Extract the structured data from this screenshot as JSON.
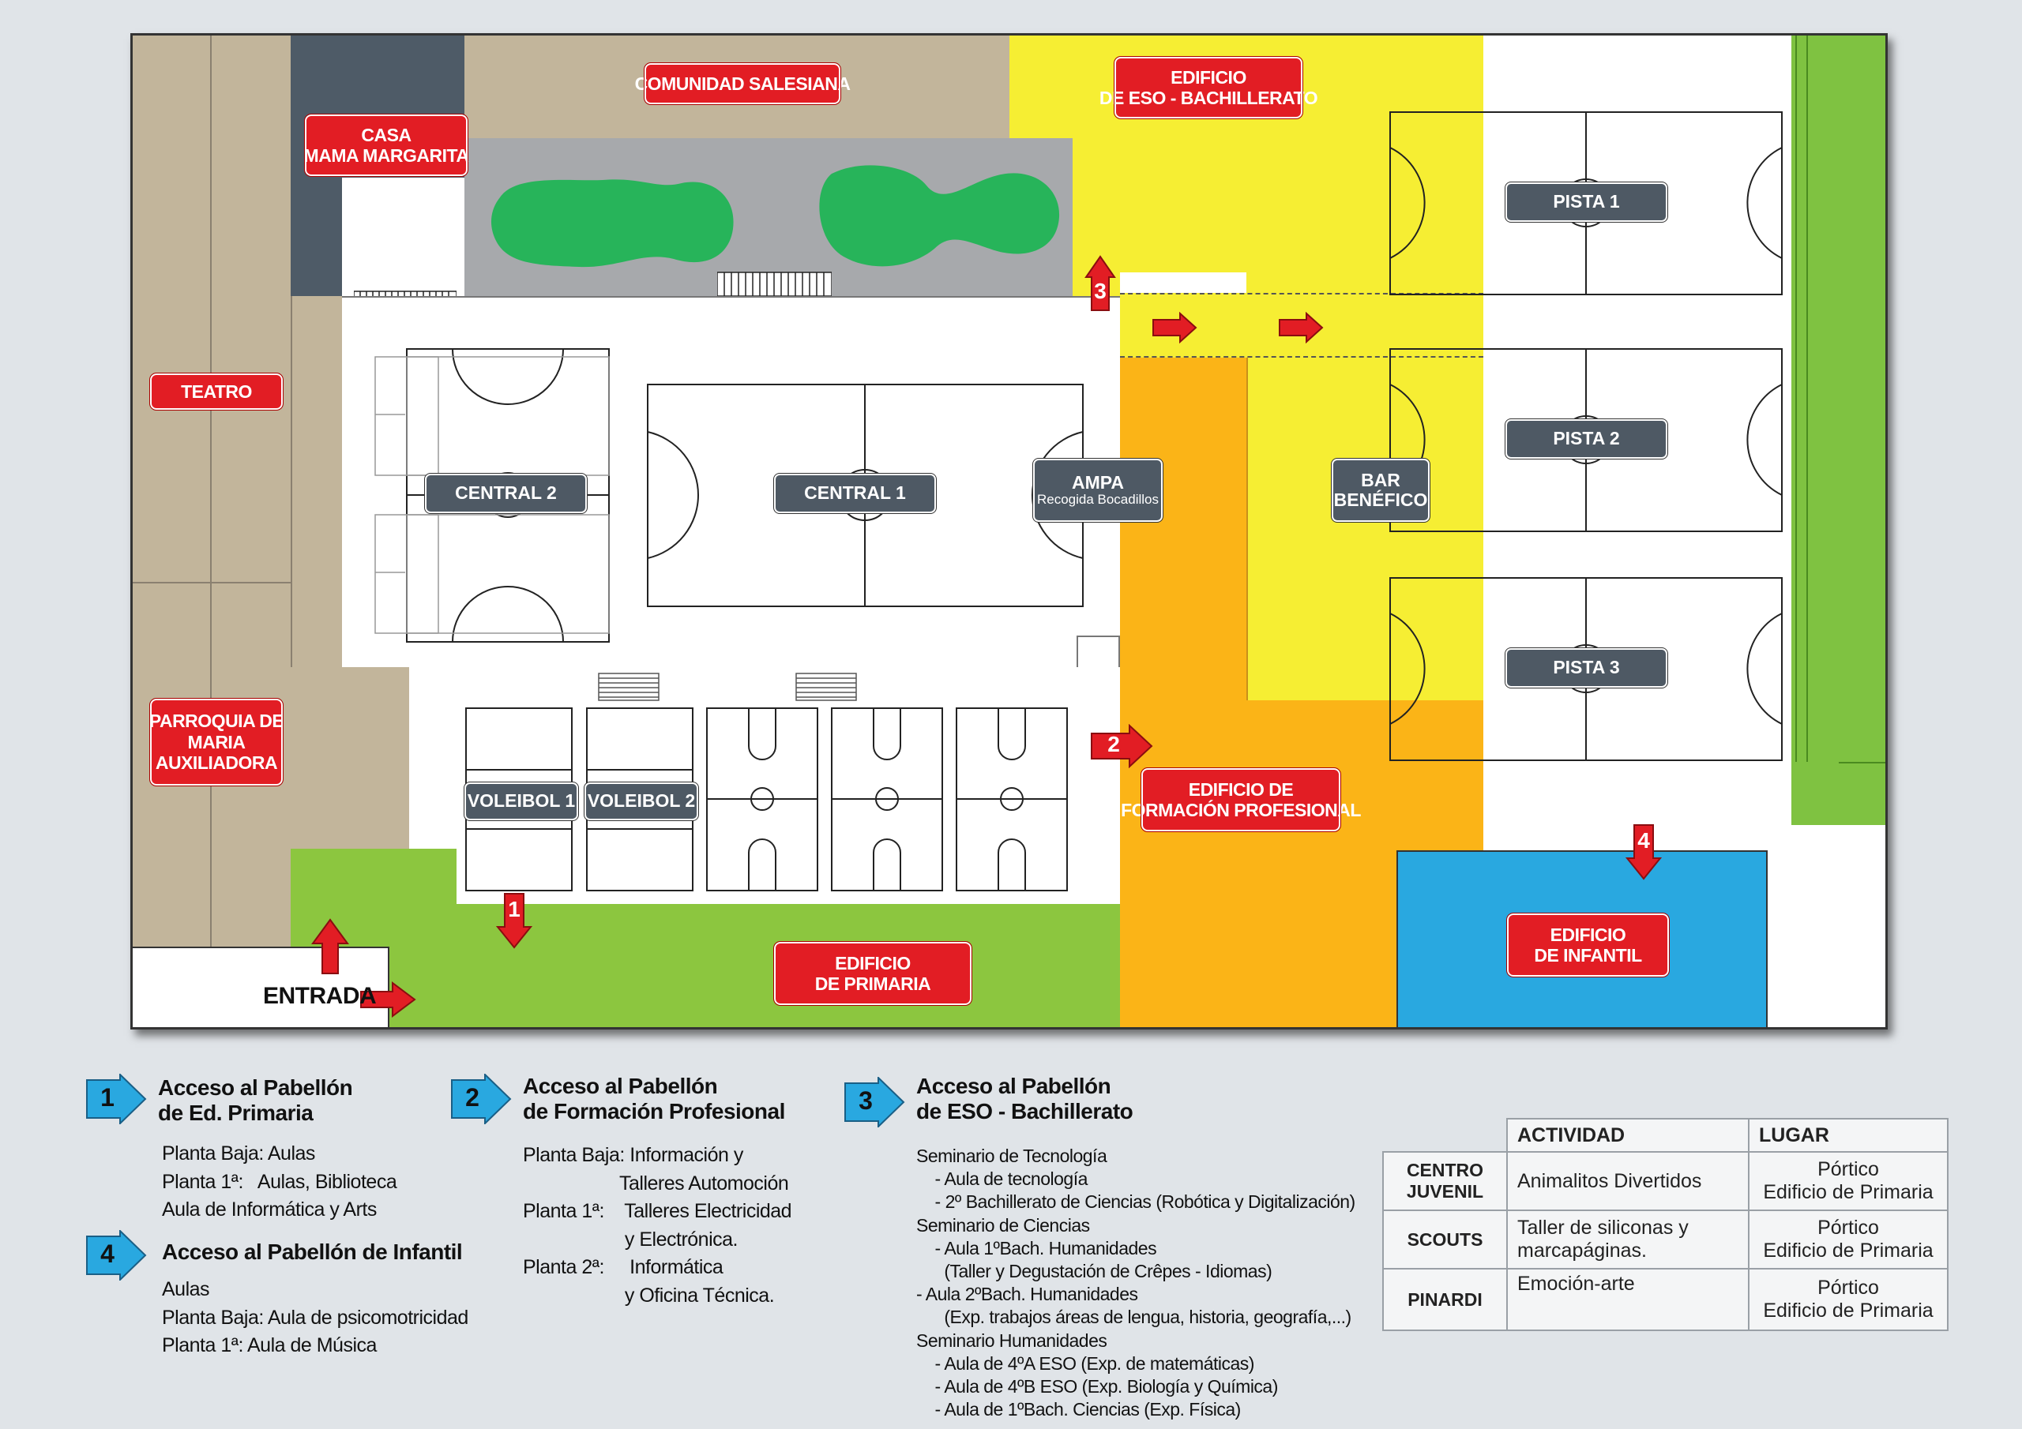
{
  "map": {
    "labels": {
      "comunidad": "COMUNIDAD SALESIANA",
      "casa": "CASA\nMAMA MARGARITA",
      "eso": "EDIFICIO\nDE ESO - BACHILLERATO",
      "teatro": "TEATRO",
      "parroquia": "PARROQUIA DE\nMARIA\nAUXILIADORA",
      "fp": "EDIFICIO DE\nFORMACIÓN PROFESIONAL",
      "primaria": "EDIFICIO\nDE PRIMARIA",
      "infantil": "EDIFICIO\nDE INFANTIL",
      "entrada": "ENTRADA"
    },
    "courts": {
      "central1": "CENTRAL 1",
      "central2": "CENTRAL 2",
      "ampa": "AMPA",
      "ampa_sub": "Recogida Bocadillos",
      "bar": "BAR\nBENÉFICO",
      "pista1": "PISTA 1",
      "pista2": "PISTA 2",
      "pista3": "PISTA 3",
      "voleibol1": "VOLEIBOL 1",
      "voleibol2": "VOLEIBOL 2"
    },
    "access_numbers": [
      "1",
      "2",
      "3",
      "4"
    ],
    "colors": {
      "tan": "#c2b59b",
      "slate": "#4e5b67",
      "yellow": "#f6ee33",
      "orange": "#fbb417",
      "green": "#8cc63f",
      "darkgreen": "#7fc241",
      "blue": "#29a8e0",
      "pond": "#27b45a",
      "gray": "#a7a9ac",
      "red": "#e21d24"
    }
  },
  "legend": {
    "access1": {
      "num": "1",
      "title": "Acceso al Pabellón\nde Ed. Primaria",
      "text": "Planta Baja: Aulas\nPlanta 1ª:   Aulas, Biblioteca\nAula de Informática y Arts"
    },
    "access4": {
      "num": "4",
      "title": "Acceso al Pabellón de Infantil",
      "text": "Aulas\nPlanta Baja: Aula de psicomotricidad\nPlanta 1ª: Aula de Música"
    },
    "access2": {
      "num": "2",
      "title": "Acceso al Pabellón\nde Formación Profesional",
      "text": "Planta Baja: Información y\n                   Talleres Automoción\nPlanta 1ª:    Talleres Electricidad\n                    y Electrónica.\nPlanta 2ª:     Informática\n                    y Oficina Técnica."
    },
    "access3": {
      "num": "3",
      "title": "Acceso al Pabellón\nde ESO - Bachillerato",
      "text": "Seminario de Tecnología\n    - Aula de tecnología\n    - 2º Bachillerato de Ciencias (Robótica y Digitalización)\nSeminario de Ciencias\n    - Aula 1ºBach. Humanidades\n      (Taller y Degustación de Crêpes - Idiomas)\n- Aula 2ºBach. Humanidades\n      (Exp. trabajos áreas de lengua, historia, geografía,...)\nSeminario Humanidades\n    - Aula de 4ºA ESO (Exp. de matemáticas)\n    - Aula de 4ºB ESO (Exp. Biología y Química)\n    - Aula de 1ºBach. Ciencias (Exp. Física)"
    }
  },
  "activities": {
    "headers": [
      "ACTIVIDAD",
      "LUGAR"
    ],
    "rows": [
      {
        "org": "CENTRO JUVENIL",
        "activity": "Animalitos Divertidos",
        "place": "Pórtico\nEdificio de Primaria"
      },
      {
        "org": "SCOUTS",
        "activity": "Taller de siliconas y\nmarcapáginas.",
        "place": "Pórtico\nEdificio de Primaria"
      },
      {
        "org": "PINARDI",
        "activity": "Emoción-arte",
        "place": "Pórtico\nEdificio de Primaria"
      }
    ]
  }
}
